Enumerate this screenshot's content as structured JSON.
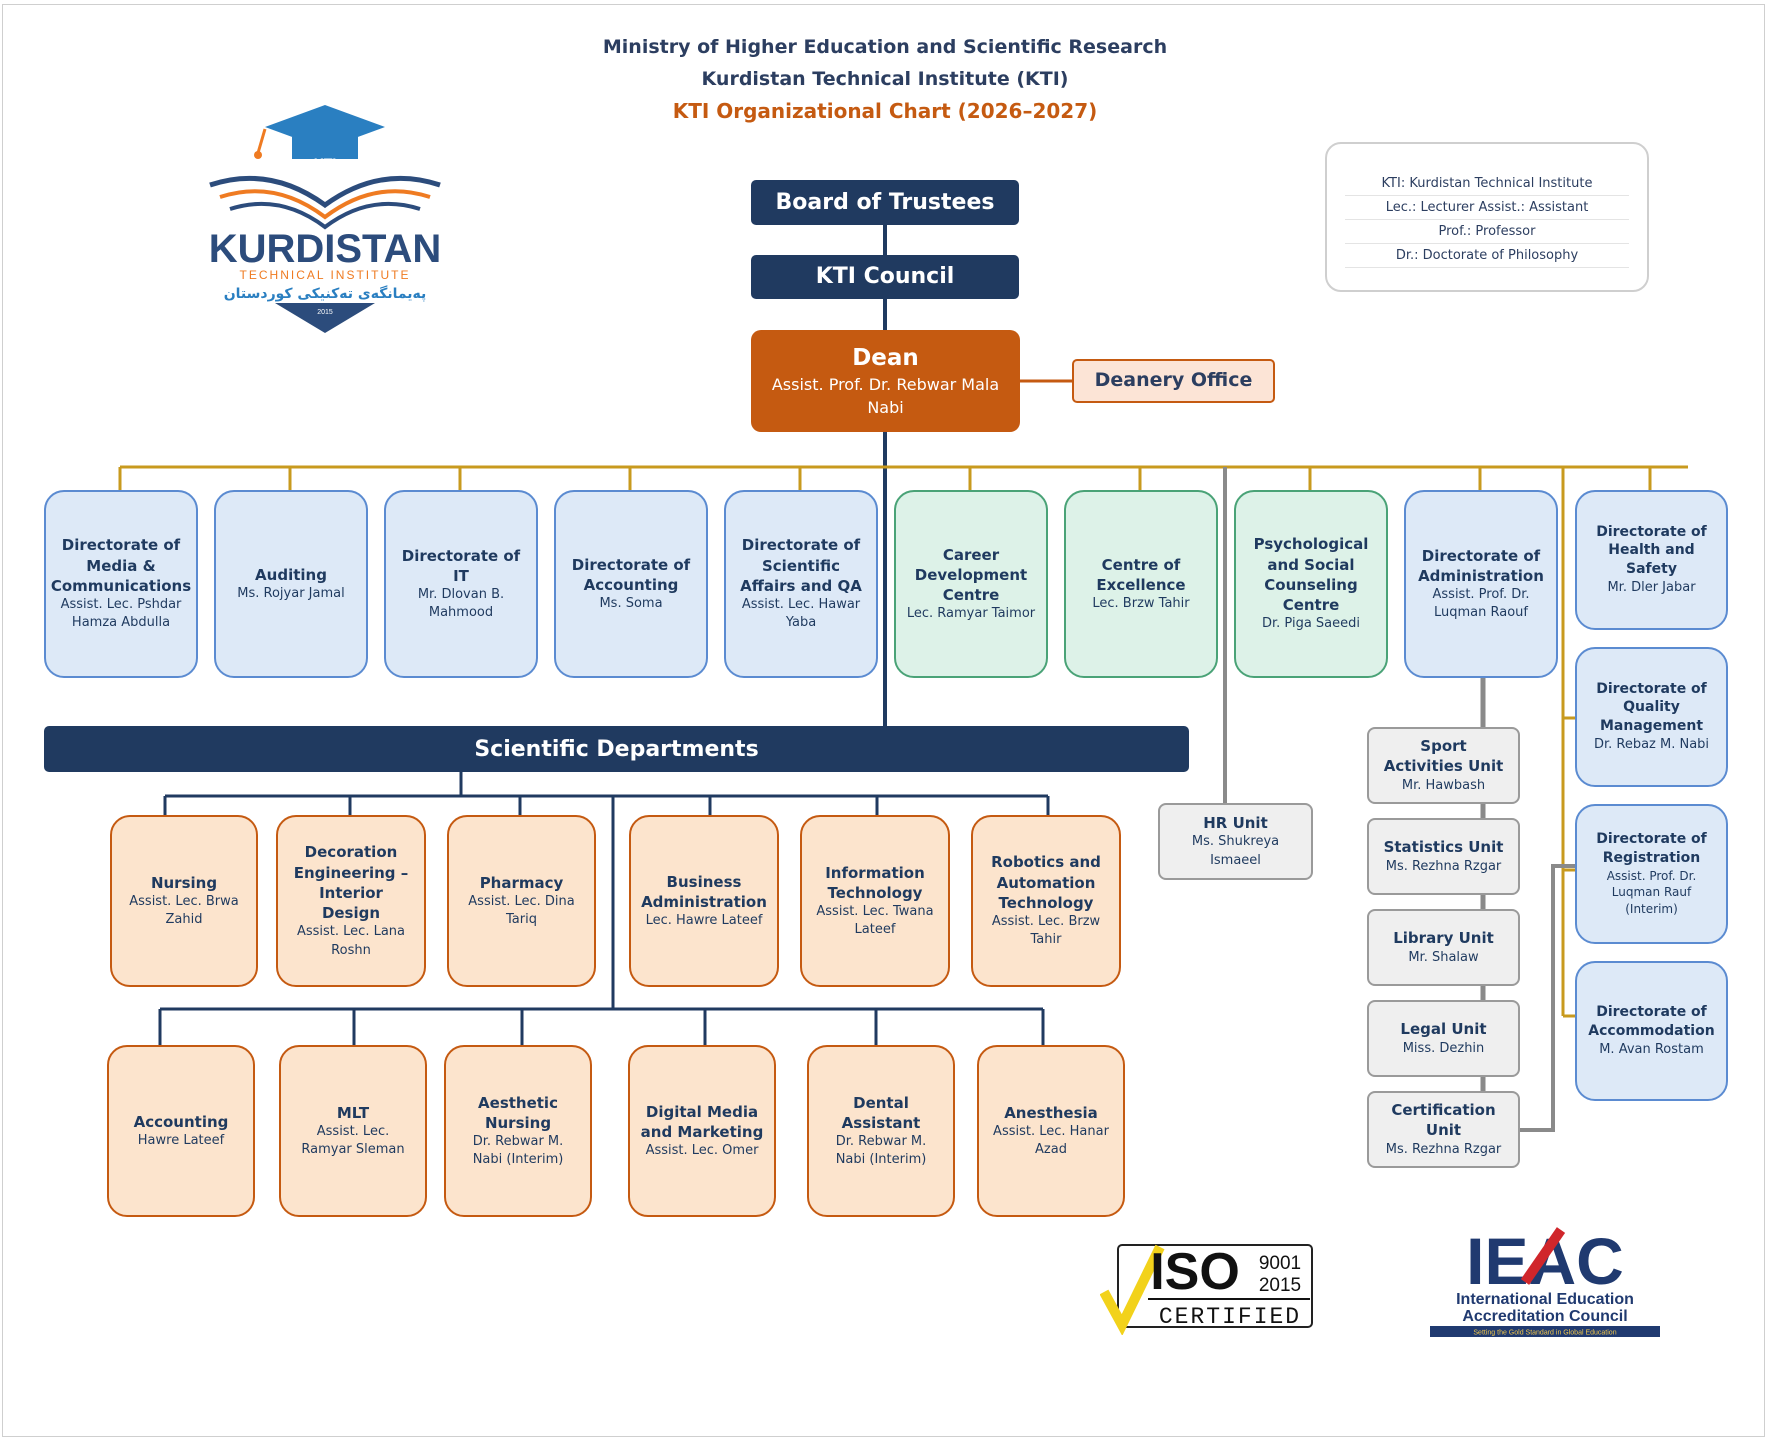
{
  "header": {
    "line1": "Ministry of Higher Education and Scientific Research",
    "line2": "Kurdistan Technical Institute (KTI)",
    "line3": "KTI Organizational Chart (2026–2027)"
  },
  "logo": {
    "kti": "KTI",
    "main": "KURDISTAN",
    "sub": "TECHNICAL INSTITUTE",
    "kurdish": "پەیمانگەی تەکنیکی کوردستان",
    "year": "2015"
  },
  "abbreviations": [
    "KTI: Kurdistan Technical Institute",
    "Lec.: Lecturer   Assist.: Assistant",
    "Prof.: Professor",
    "Dr.: Doctorate of Philosophy"
  ],
  "top": {
    "board": "Board of Trustees",
    "council": "KTI Council",
    "dean_title": "Dean",
    "dean_name": "Assist. Prof. Dr. Rebwar Mala Nabi",
    "deanery": "Deanery Office"
  },
  "directorates": [
    {
      "title": "Directorate of Media & Communications",
      "person": "Assist. Lec. Pshdar Hamza Abdulla"
    },
    {
      "title": "Auditing",
      "person": "Ms. Rojyar Jamal"
    },
    {
      "title": "Directorate of IT",
      "person": "Mr. Dlovan B. Mahmood"
    },
    {
      "title": "Directorate of Accounting",
      "person": "Ms. Soma"
    },
    {
      "title": "Directorate of Scientific Affairs and QA",
      "person": "Assist. Lec. Hawar Yaba"
    },
    {
      "title": "Career Development Centre",
      "person": "Lec. Ramyar Taimor"
    },
    {
      "title": "Centre of Excellence",
      "person": "Lec. Brzw Tahir"
    },
    {
      "title": "Psychological and Social Counseling Centre",
      "person": "Dr. Piga Saeedi"
    },
    {
      "title": "Directorate of Administration",
      "person": "Assist. Prof. Dr. Luqman Raouf"
    }
  ],
  "right_column": [
    {
      "title": "Directorate of Health and Safety",
      "person": "Mr. Dler Jabar"
    },
    {
      "title": "Directorate of Quality Management",
      "person": "Dr. Rebaz M. Nabi"
    },
    {
      "title": "Directorate of Registration",
      "person": "Assist. Prof. Dr. Luqman Rauf (Interim)"
    },
    {
      "title": "Directorate of Accommodation",
      "person": "M. Avan Rostam"
    }
  ],
  "hr": {
    "title": "HR Unit",
    "person": "Ms. Shukreya Ismaeel"
  },
  "admin_units": [
    {
      "title": "Sport Activities Unit",
      "person": "Mr. Hawbash"
    },
    {
      "title": "Statistics Unit",
      "person": "Ms. Rezhna Rzgar"
    },
    {
      "title": "Library Unit",
      "person": "Mr. Shalaw"
    },
    {
      "title": "Legal Unit",
      "person": "Miss. Dezhin"
    },
    {
      "title": "Certification Unit",
      "person": "Ms. Rezhna Rzgar"
    }
  ],
  "scientific": {
    "title": "Scientific Departments",
    "row1": [
      {
        "title": "Nursing",
        "person": "Assist. Lec. Brwa Zahid"
      },
      {
        "title": "Decoration Engineering – Interior Design",
        "person": "Assist. Lec. Lana Roshn"
      },
      {
        "title": "Pharmacy",
        "person": "Assist. Lec. Dina Tariq"
      },
      {
        "title": "Business Administration",
        "person": "Lec. Hawre Lateef"
      },
      {
        "title": "Information Technology",
        "person": "Assist. Lec. Twana Lateef"
      },
      {
        "title": "Robotics and Automation Technology",
        "person": "Assist. Lec. Brzw Tahir"
      }
    ],
    "row2": [
      {
        "title": "Accounting",
        "person": "Hawre Lateef"
      },
      {
        "title": "MLT",
        "person": "Assist. Lec. Ramyar Sleman"
      },
      {
        "title": "Aesthetic Nursing",
        "person": "Dr. Rebwar M. Nabi (Interim)"
      },
      {
        "title": "Digital Media and Marketing",
        "person": "Assist. Lec. Omer"
      },
      {
        "title": "Dental Assistant",
        "person": "Dr. Rebwar M. Nabi (Interim)"
      },
      {
        "title": "Anesthesia",
        "person": "Assist. Lec. Hanar Azad"
      }
    ]
  },
  "iso": {
    "mark": "ISO",
    "num1": "9001",
    "num2": "2015",
    "certified": "CERTIFIED"
  },
  "ieac": {
    "mark": "IEAC",
    "line1": "International Education",
    "line2": "Accreditation Council",
    "tagline": "Setting the Gold Standard in Global Education"
  },
  "colors": {
    "navy": "#203a60",
    "dean": "#c55a11",
    "gold_line": "#c89a1e",
    "grey_line": "#8a8a8a",
    "blue_fill": "#dde9f7",
    "green_fill": "#ddf2e8",
    "peach_fill": "#fce4cd"
  }
}
